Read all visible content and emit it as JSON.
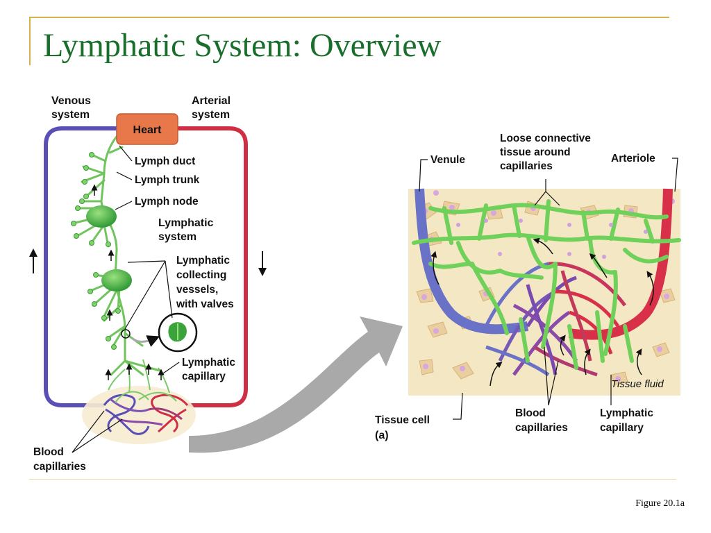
{
  "slide": {
    "title": "Lymphatic System: Overview",
    "figure_ref": "Figure 20.1a"
  },
  "left_panel": {
    "venous_system": [
      "Venous",
      "system"
    ],
    "arterial_system": [
      "Arterial",
      "system"
    ],
    "heart": "Heart",
    "lymph_duct": "Lymph duct",
    "lymph_trunk": "Lymph trunk",
    "lymph_node": "Lymph node",
    "lymphatic_system": [
      "Lymphatic",
      "system"
    ],
    "collecting_vessels": [
      "Lymphatic",
      "collecting",
      "vessels,",
      "with valves"
    ],
    "lymphatic_capillary": [
      "Lymphatic",
      "capillary"
    ],
    "blood_capillaries": [
      "Blood",
      "capillaries"
    ]
  },
  "right_panel": {
    "venule": "Venule",
    "loose_connective": [
      "Loose connective",
      "tissue around",
      "capillaries"
    ],
    "arteriole": "Arteriole",
    "tissue_fluid": "Tissue fluid",
    "tissue_cell": "Tissue cell",
    "panel_letter": "(a)",
    "blood_capillaries": [
      "Blood",
      "capillaries"
    ],
    "lymphatic_capillary": [
      "Lymphatic",
      "capillary"
    ]
  },
  "colors": {
    "title": "#1a6e2c",
    "frame": "#d4b24c",
    "venous": "#5a4fb5",
    "arterial": "#cf2f45",
    "heart": "#e8784a",
    "lymph": "#5cc24a",
    "tissue": "#f4e7c4"
  }
}
